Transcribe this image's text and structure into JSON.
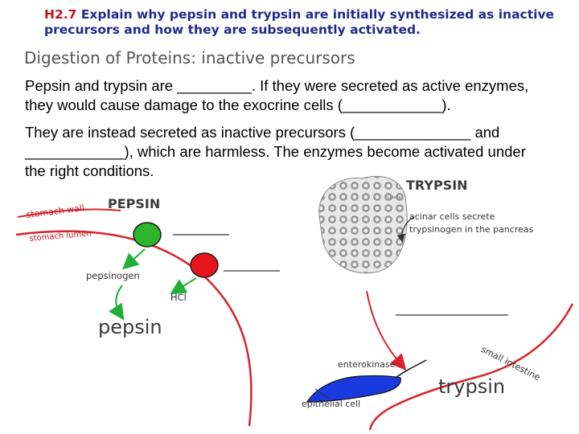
{
  "question": {
    "number": "H2.7",
    "text_line1": "Explain why pepsin and trypsin are initially synthesized as inactive",
    "text_line2": "precursors and how they are subsequently activated."
  },
  "heading": "Digestion of Proteins: inactive precursors",
  "paragraph1": {
    "line1": "Pepsin and trypsin are _________.  If they were secreted as active enzymes,",
    "line2": "they would cause damage to the exocrine cells (____________)."
  },
  "paragraph2": {
    "line1": "They are instead secreted as inactive precursors (______________ and",
    "line2": "____________), which are harmless.  The enzymes become activated under",
    "line3": "the right conditions."
  },
  "pepsin_diagram": {
    "title": "PEPSIN",
    "stomach_wall": "stomach wall",
    "stomach_lumen": "stomach lumen",
    "pepsinogen": "pepsinogen",
    "hcl": "HCl",
    "pepsin": "pepsin",
    "colors": {
      "cell_green": "#2db52d",
      "cell_red": "#e8141b",
      "arrow_green": "#22b03a",
      "line_red": "#d8232a"
    }
  },
  "trypsin_diagram": {
    "title": "TRYPSIN",
    "acinar_line1": "acinar cells secrete",
    "acinar_line2": "trypsinogen in the pancreas",
    "micro_label": "Lobule",
    "enterokinase": "enterokinase",
    "small_intestine": "small intestine",
    "epithelial_cell": "epithelial cell",
    "trypsin": "trypsin",
    "colors": {
      "cell_blue": "#1a3ae0",
      "line_red": "#d8232a"
    }
  }
}
